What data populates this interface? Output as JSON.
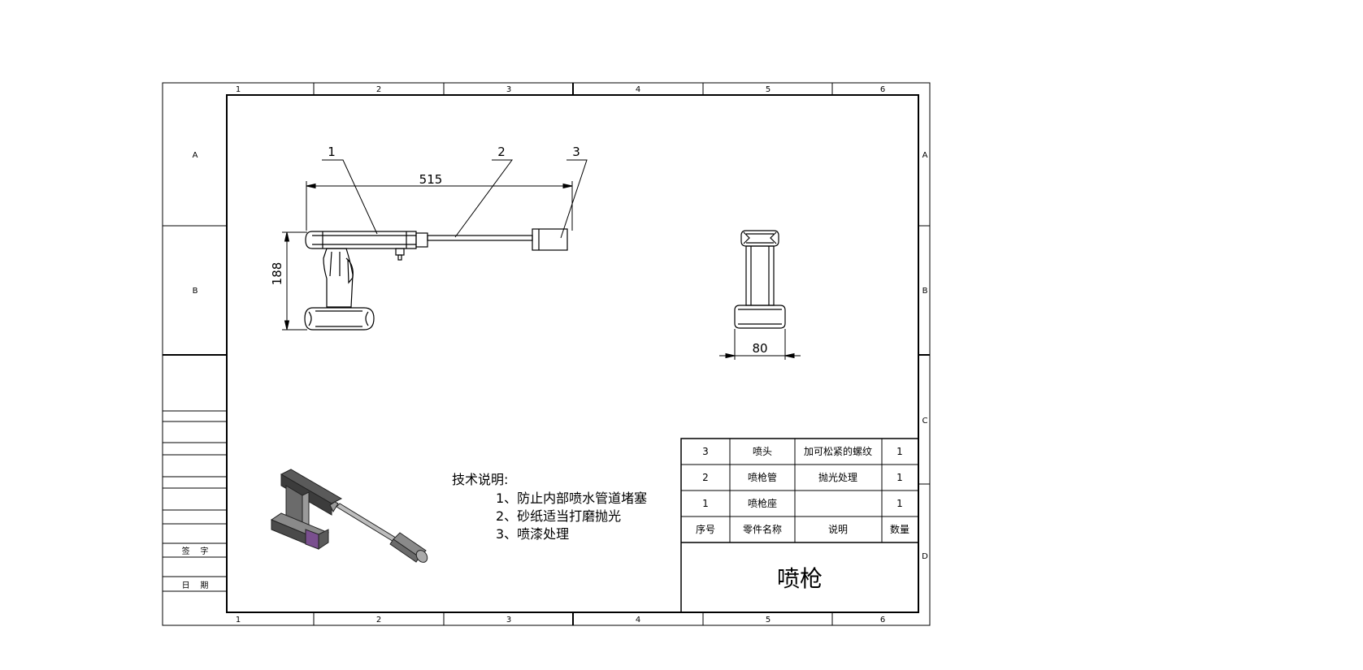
{
  "zones": {
    "columns": [
      "1",
      "2",
      "3",
      "4",
      "5",
      "6"
    ],
    "rows": [
      "A",
      "B",
      "C",
      "D"
    ]
  },
  "dimensions": {
    "length": "515",
    "height": "188",
    "width": "80"
  },
  "balloons": [
    "1",
    "2",
    "3"
  ],
  "notes": {
    "heading": "技术说明:",
    "items": [
      "1、防止内部喷水管道堵塞",
      "2、砂纸适当打磨抛光",
      "3、喷漆处理"
    ]
  },
  "bom": {
    "rows": [
      {
        "no": "3",
        "name": "喷头",
        "note": "加可松紧的螺纹",
        "qty": "1"
      },
      {
        "no": "2",
        "name": "喷枪管",
        "note": "抛光处理",
        "qty": "1"
      },
      {
        "no": "1",
        "name": "喷枪座",
        "note": "",
        "qty": "1"
      }
    ],
    "headers": {
      "no": "序号",
      "name": "零件名称",
      "note": "说明",
      "qty": "数量"
    }
  },
  "title": "喷枪",
  "side_labels": {
    "sign": "签    字",
    "date": "日    期"
  },
  "colors": {
    "line": "#000000",
    "iso_body": "#4a4a4a",
    "iso_accent": "#7a4f8f"
  }
}
